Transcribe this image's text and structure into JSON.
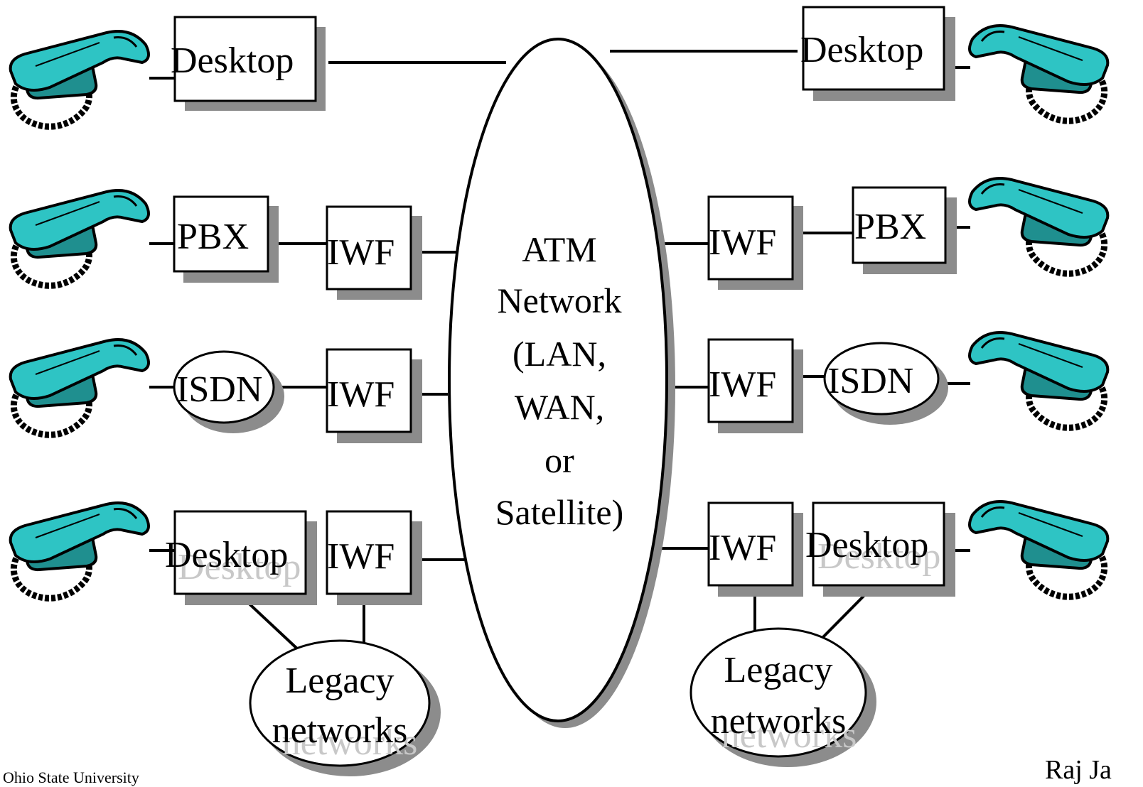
{
  "network": {
    "lines": [
      "ATM",
      "Network",
      "(LAN,",
      "WAN,",
      "or",
      "Satellite)"
    ]
  },
  "labels": {
    "desktop": "Desktop",
    "pbx": "PBX",
    "iwf": "IWF",
    "isdn": "ISDN",
    "legacy_line1": "Legacy",
    "legacy_line2": "networks"
  },
  "footer": {
    "left": "Ohio State University",
    "right": "Raj Ja"
  },
  "colors": {
    "phone_light": "#2ec4c4",
    "phone_dark": "#1f8f8f",
    "box_shadow": "#8c8c8c",
    "line": "#000000"
  }
}
